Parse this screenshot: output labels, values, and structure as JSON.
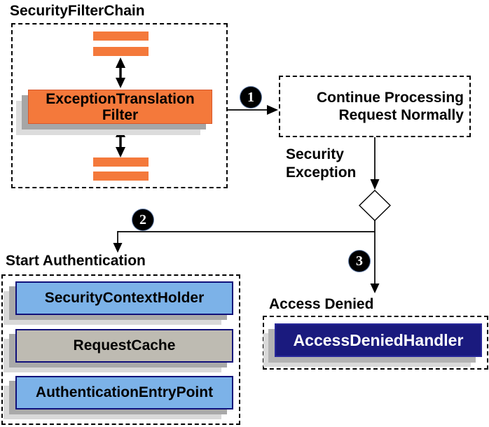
{
  "filter_chain": {
    "title": "SecurityFilterChain",
    "filter": {
      "line1": "ExceptionTranslation",
      "line2": "Filter"
    }
  },
  "steps": {
    "one": "1",
    "two": "2",
    "three": "3"
  },
  "continue_box": {
    "line1": "Continue Processing",
    "line2": "Request Normally"
  },
  "security_exception": {
    "line1": "Security",
    "line2": "Exception"
  },
  "start_authentication": {
    "title": "Start Authentication",
    "boxes": [
      {
        "label": "SecurityContextHolder",
        "color": "#7cb2e8"
      },
      {
        "label": "RequestCache",
        "color": "#bebbb2"
      },
      {
        "label": "AuthenticationEntryPoint",
        "color": "#7cb2e8"
      }
    ]
  },
  "access_denied": {
    "title": "Access Denied",
    "handler_label": "AccessDeniedHandler"
  },
  "colors": {
    "filter_orange": "#f4793b",
    "component_blue": "#7cb2e8",
    "component_gray": "#bebbb2",
    "handler_navy": "#1a1a7e",
    "shadow_dark": "#a9a9a9",
    "shadow_light": "#d9d9d9"
  }
}
